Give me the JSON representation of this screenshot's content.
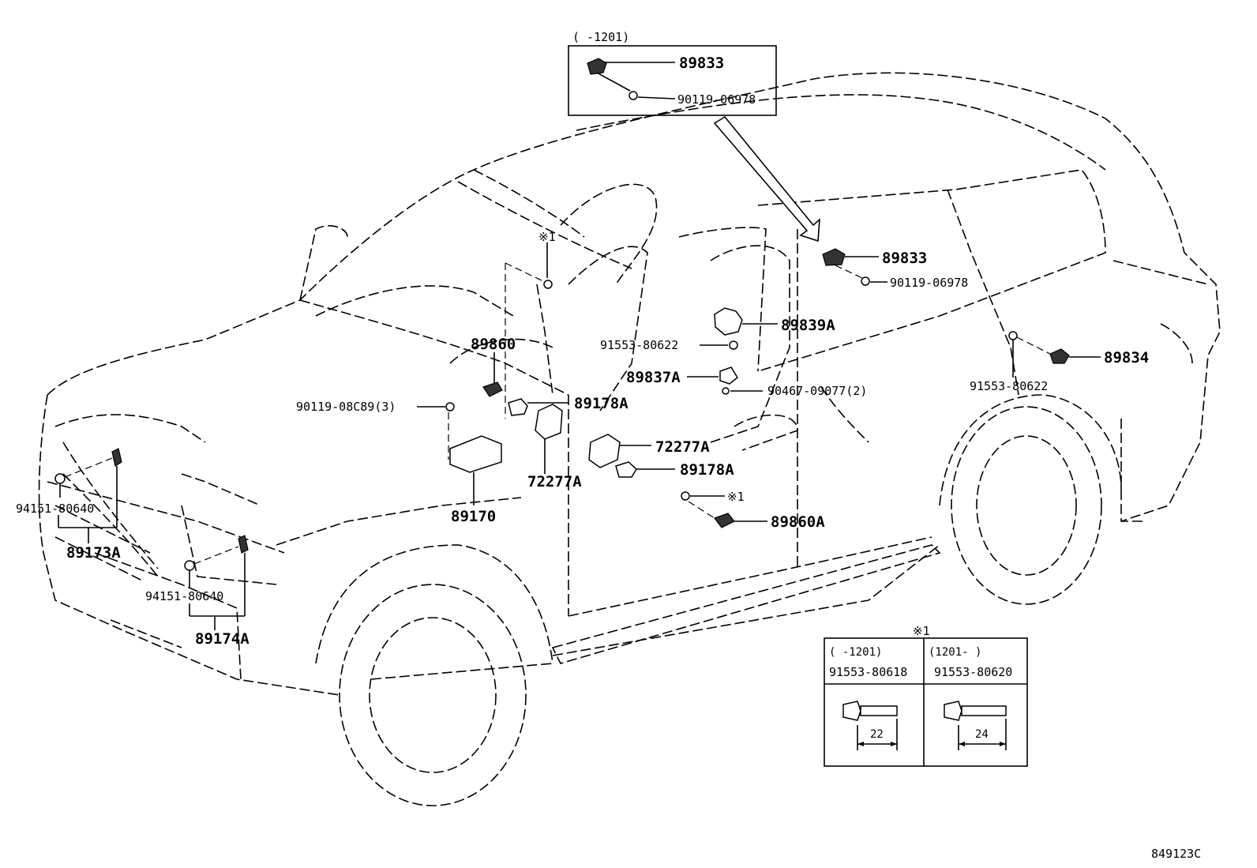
{
  "inset_top": {
    "range_label": "(    -1201)",
    "part_1": "89833",
    "part_2": "90119-06978"
  },
  "callouts": {
    "p89833": "89833",
    "p90119_06978": "90119-06978",
    "p89839A": "89839A",
    "p91553_80622_center": "91553-80622",
    "p89837A": "89837A",
    "p90467_09077": "90467-09077(2)",
    "p89834": "89834",
    "p91553_80622_right": "91553-80622",
    "p89860": "89860",
    "p89178A_upper": "89178A",
    "p90119_08C89": "90119-08C89(3)",
    "p72277A_right": "72277A",
    "p72277A_lower": "72277A",
    "p89178A_lower": "89178A",
    "p89170": "89170",
    "p89860A": "89860A",
    "p94151_left": "94151-80640",
    "p89173A": "89173A",
    "p94151_right": "94151-80640",
    "p89174A": "89174A",
    "note_mark_top": "※1",
    "note_mark_mid": "※1"
  },
  "note_table": {
    "mark": "※1",
    "col1_range": "(    -1201)",
    "col2_range": "(1201-    )",
    "col1_part": "91553-80618",
    "col2_part": "91553-80620",
    "col1_length": "22",
    "col2_length": "24"
  },
  "figure_code": "849123C"
}
